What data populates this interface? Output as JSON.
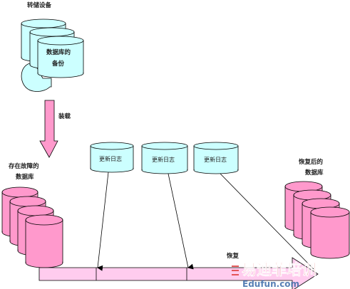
{
  "labels": {
    "storage_device": "转储设备",
    "backup_db_line1": "数据库的",
    "backup_db_line2": "备份",
    "load": "装载",
    "faulty_db_line1": "存在故障的",
    "faulty_db_line2": "数据库",
    "recovered_db_line1": "恢复后的",
    "recovered_db_line2": "数据库",
    "recovery": "恢复"
  },
  "logs": [
    {
      "label": "更新日志"
    },
    {
      "label": "更新日志"
    },
    {
      "label": "更新日志"
    }
  ],
  "watermark": {
    "text": "易迪菲培训",
    "url": "Edufun.com"
  },
  "colors": {
    "tape_fill": "#ccffff",
    "log_fill": "#ccffff",
    "db_fill": "#ff99cc",
    "arrow_fill": "#ffccee",
    "load_arrow_fill": "#ff99cc",
    "outline": "#000000",
    "watermark_red": "#e04040"
  }
}
